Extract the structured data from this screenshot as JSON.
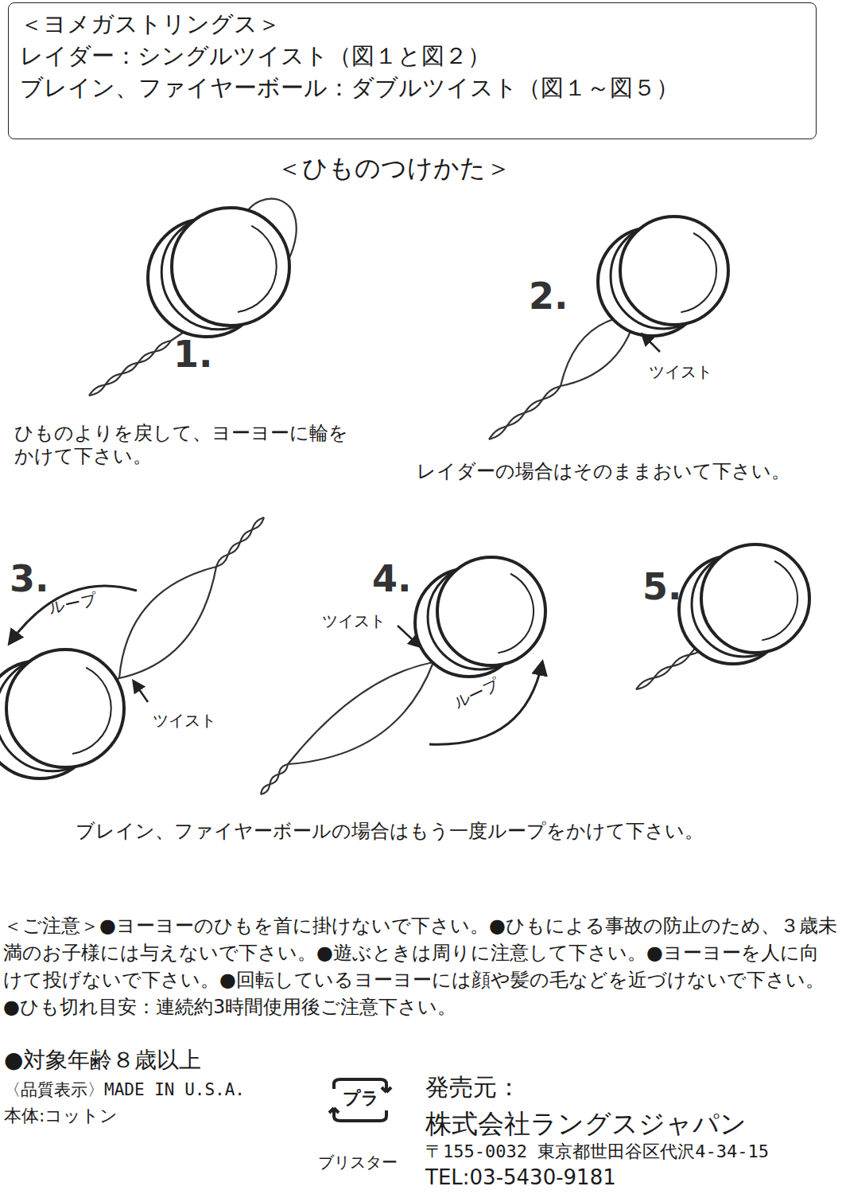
{
  "diagram": {
    "title": "＜ひものつけかた＞",
    "nodes": [
      {
        "text": [
          "＜ヨメガストリングス＞",
          "レイダー：シングルツイスト（図１と図２）",
          "ブレイン、ファイヤーボール：ダブルツイスト（図１～図５）"
        ]
      }
    ],
    "labels": [
      "1.",
      "ひものよりを戻して、ヨーヨーに輪をかけて下さい。",
      "2.",
      "ツイスト",
      "レイダーの場合はそのままおいて下さい。",
      "3.",
      "ループ",
      "ツイスト",
      "4.",
      "ツイスト",
      "ループ",
      "5.",
      "ブレイン、ファイヤーボールの場合はもう一度ループをかけて下さい。",
      "＜ご注意＞●ヨーヨーのひもを首に掛けないで下さい。●ひもによる事故の防止のため、３歳未満のお子様には与えないで下さい。●遊ぶときは周りに注意して下さい。●ヨーヨーを人に向けて投げないで下さい。●回転しているヨーヨーには顔や髪の毛などを近づけないで下さい。●ひも切れ目安：連続約3時間使用後ご注意下さい。",
      "●対象年齢８歳以上",
      "〈品質表示〉MADE IN U.S.A.",
      "本体:コットン",
      "プラ",
      "ブリスター",
      "発売元：",
      "株式会社ラングスジャパン",
      "〒155-0032 東京都世田谷区代沢4-34-15",
      "TEL:03-5430-9181"
    ]
  }
}
